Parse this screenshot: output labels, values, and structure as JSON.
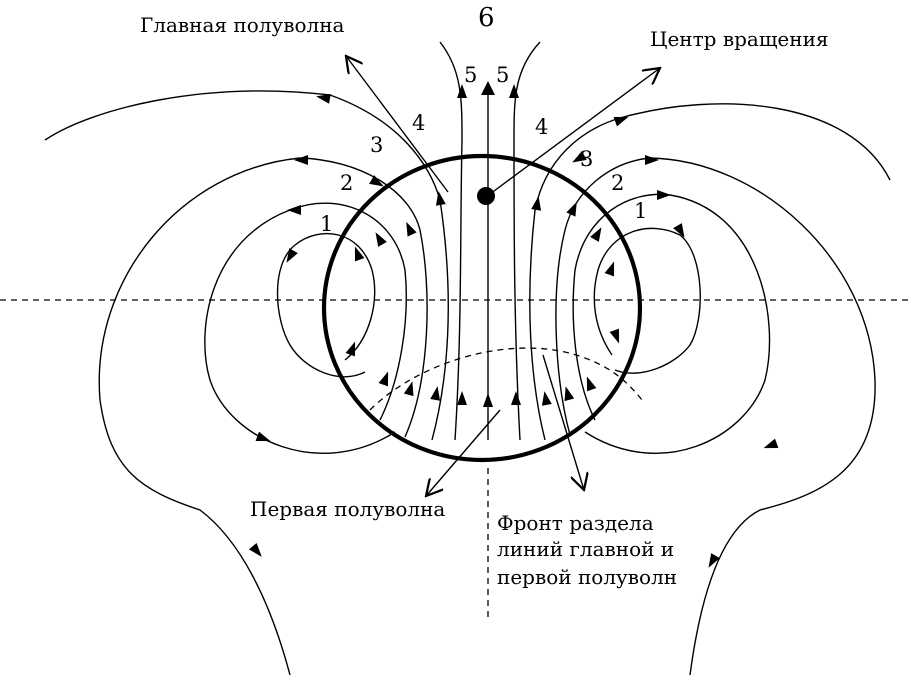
{
  "labels": {
    "main_half_wave": "Главная полуволна",
    "rotation_center": "Центр вращения",
    "first_half_wave": "Первая полуволна",
    "front_line1": "Фронт раздела",
    "front_line2": "линий главной и",
    "front_line3": "первой полуволн",
    "n1_left": "1",
    "n2_left": "2",
    "n3_left": "3",
    "n4_left": "4",
    "n5_left": "5",
    "n5_right": "5",
    "n4_right": "4",
    "n3_right": "3",
    "n2_right": "2",
    "n1_right": "1",
    "n6": "6"
  }
}
